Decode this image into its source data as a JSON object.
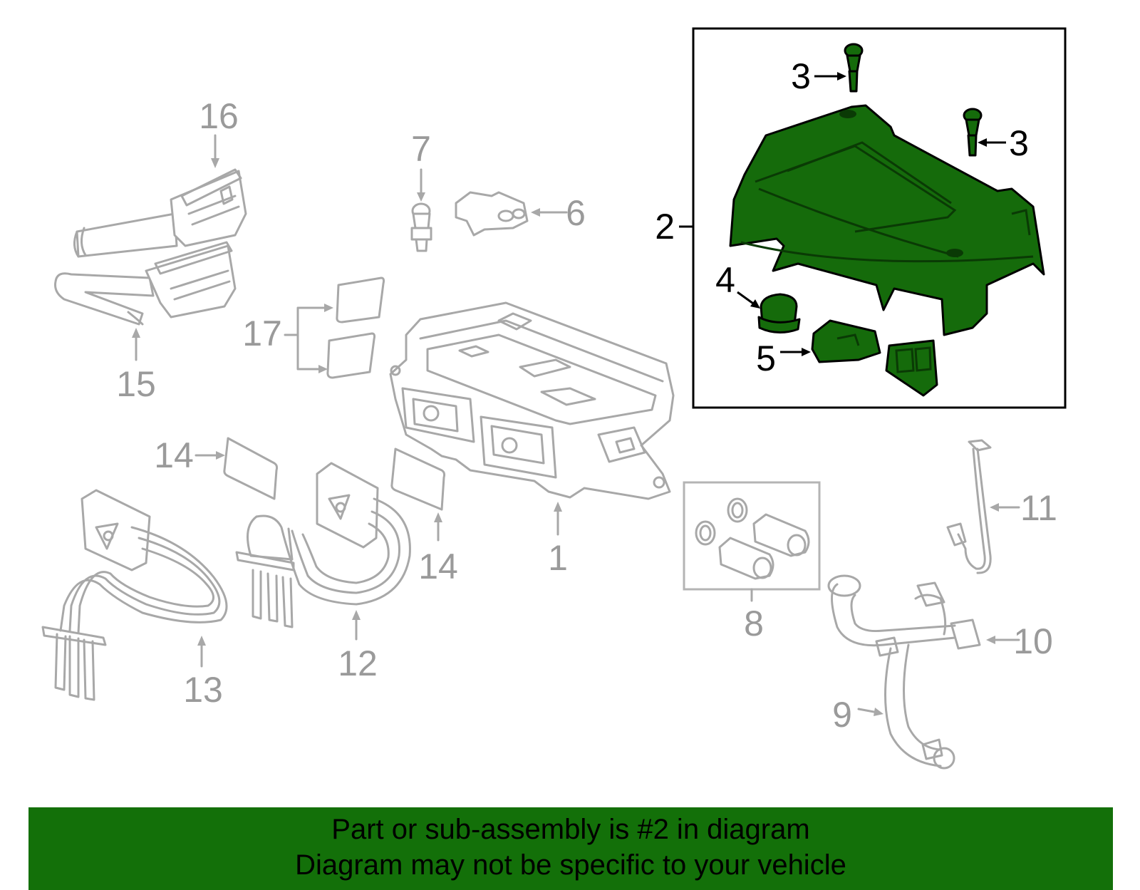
{
  "callouts": {
    "c1": "1",
    "c2": "2",
    "c3a": "3",
    "c3b": "3",
    "c4": "4",
    "c5": "5",
    "c6": "6",
    "c7": "7",
    "c8": "8",
    "c9": "9",
    "c10": "10",
    "c11": "11",
    "c12": "12",
    "c13": "13",
    "c14a": "14",
    "c14b": "14",
    "c15": "15",
    "c16": "16",
    "c17": "17"
  },
  "highlight_color": "#156b0b",
  "banner": {
    "line1": "Part or sub-assembly is #2 in diagram",
    "line2": "Diagram may not be specific to your vehicle",
    "color": "#137009"
  }
}
